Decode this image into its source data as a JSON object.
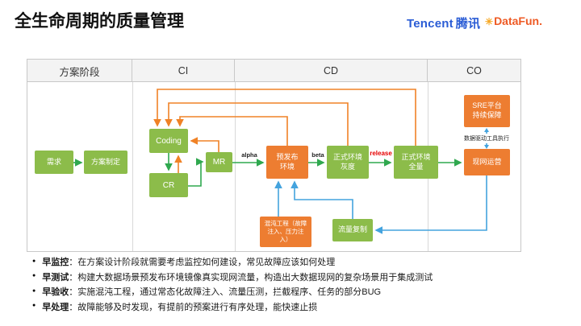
{
  "slide": {
    "title": "全生命周期的质量管理"
  },
  "logos": {
    "tencent_en": "Tencent",
    "tencent_cn": "腾讯",
    "datafun_icon": "✳",
    "datafun": "DataFun."
  },
  "table": {
    "columns": [
      {
        "label": "方案阶段"
      },
      {
        "label": "CI"
      },
      {
        "label": "CD"
      },
      {
        "label": "CO"
      }
    ]
  },
  "diagram": {
    "nodes": [
      {
        "id": "requirement",
        "label": "需求",
        "color": "#8CBC4A"
      },
      {
        "id": "plan-make",
        "label": "方案制定",
        "color": "#8CBC4A"
      },
      {
        "id": "coding",
        "label": "Coding",
        "color": "#8CBC4A"
      },
      {
        "id": "cr",
        "label": "CR",
        "color": "#8CBC4A"
      },
      {
        "id": "mr",
        "label": "MR",
        "color": "#8CBC4A"
      },
      {
        "id": "staging-env",
        "label": "预发布\n环境",
        "color": "#ED7D31"
      },
      {
        "id": "prod-gray",
        "label": "正式环境\n灰度",
        "color": "#8CBC4A"
      },
      {
        "id": "prod-full",
        "label": "正式环境\n全量",
        "color": "#8CBC4A"
      },
      {
        "id": "live-ops",
        "label": "现网运营",
        "color": "#ED7D31"
      },
      {
        "id": "sre-platform",
        "label": "SRE平台\n持续保障",
        "color": "#ED7D31"
      },
      {
        "id": "chaos-engineering",
        "label": "混沌工程（故障\n注入、压力注\n入）",
        "color": "#ED7D31"
      },
      {
        "id": "traffic-replay",
        "label": "流量复制",
        "color": "#8CBC4A"
      }
    ],
    "edge_labels": {
      "alpha": "alpha",
      "beta": "beta",
      "release": "release",
      "data_tools": "数据驱动工具执行"
    },
    "arrow_colors": {
      "flow_green": "#2FA84F",
      "feedback_orange": "#F08226",
      "test_blue": "#44A3DE"
    }
  },
  "bullets": [
    {
      "label": "早监控",
      "text": "：在方案设计阶段就需要考虑监控如何建设，常见故障应该如何处理"
    },
    {
      "label": "早测试",
      "text": "：构建大数据场景预发布环境镜像真实现网流量，构造出大数据现网的复杂场景用于集成测试"
    },
    {
      "label": "早验收",
      "text": "：实施混沌工程，通过常态化故障注入、流量压测，拦截程序、任务的部分BUG"
    },
    {
      "label": "早处理",
      "text": "：故障能够及时发现，有提前的预案进行有序处理，能快速止损"
    }
  ],
  "colors": {
    "node_green": "#8CBC4A",
    "node_orange": "#ED7D31",
    "release_red": "#E60000",
    "tencent_blue": "#2A5CD5",
    "datafun_orange": "#EE5A24",
    "datafun_yellow": "#F7A823",
    "grid_border": "#C8C8C8",
    "header_bg": "#F3F3F3"
  }
}
